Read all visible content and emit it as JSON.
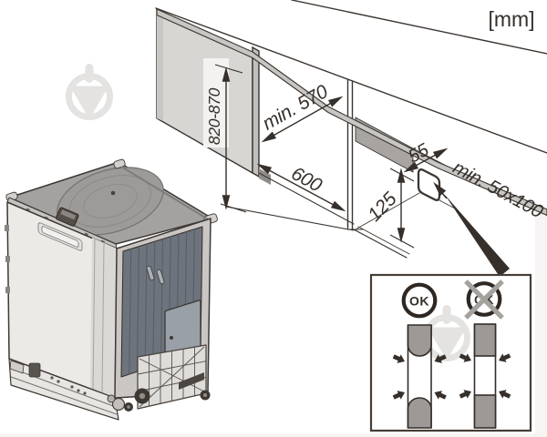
{
  "labels": {
    "unit": "[mm]",
    "niche_height": "820-870",
    "niche_depth": "min. 570",
    "niche_width": "600",
    "rear_clearance": "55",
    "hose_passage": "min. 50x100",
    "passage_height": "125",
    "ok": "OK",
    "not_ok": "OK"
  },
  "icons": {
    "watermark": "watermark-logo-icon",
    "ok_badge": "ok-circle-icon",
    "not_ok_badge": "crossed-ok-circle-icon",
    "pinch_arrow": "pinch-arrow-icon",
    "callout_arrow": "callout-arrow-icon"
  },
  "colors": {
    "ink": "#362f2a",
    "panel_gray": "#d8d6d3",
    "service_band_gray": "#a7a4a1",
    "hose_gray": "#9c9996",
    "back_panel_slate": "#6e747d",
    "watermark_gray": "#e4e3e1",
    "cross_gray": "#a5a19d"
  }
}
